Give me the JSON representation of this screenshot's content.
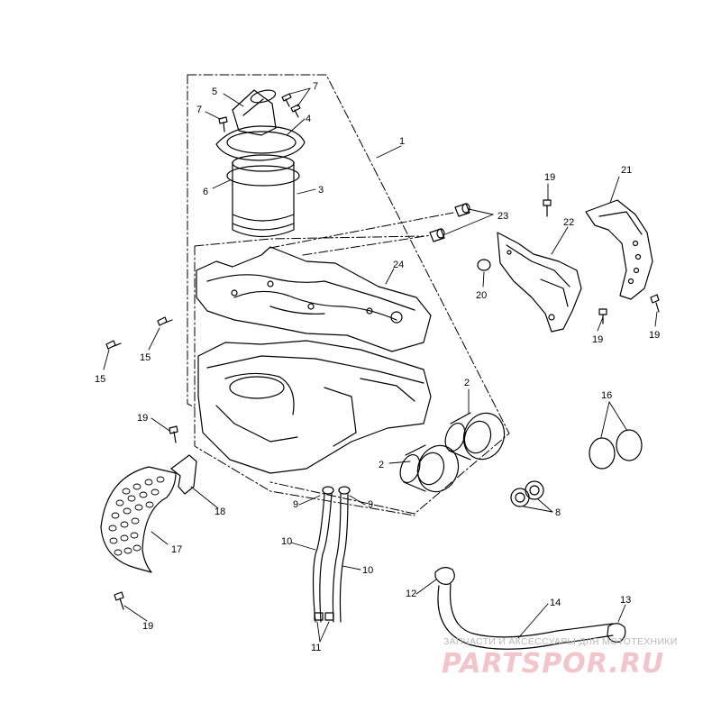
{
  "diagram": {
    "callouts": {
      "c1": "1",
      "c2a": "2",
      "c2b": "2",
      "c3": "3",
      "c4": "4",
      "c5": "5",
      "c6": "6",
      "c7a": "7",
      "c7b": "7",
      "c8": "8",
      "c9a": "9",
      "c9b": "9",
      "c10a": "10",
      "c10b": "10",
      "c11": "11",
      "c12": "12",
      "c13": "13",
      "c14": "14",
      "c15a": "15",
      "c15b": "15",
      "c16": "16",
      "c17": "17",
      "c18": "18",
      "c19a": "19",
      "c19b": "19",
      "c19c": "19",
      "c19d": "19",
      "c19e": "19",
      "c20": "20",
      "c21": "21",
      "c22": "22",
      "c23": "23",
      "c24": "24"
    }
  },
  "watermark": {
    "caption": "ЗАПЧАСТИ И АКСЕССУАРЫ ДЛЯ МОТОТЕХНИКИ",
    "logo": "PARTSPOR.RU"
  },
  "colors": {
    "line": "#000000",
    "watermark_caption": "#b9b9b9",
    "watermark_logo": "#f3c4c9"
  }
}
